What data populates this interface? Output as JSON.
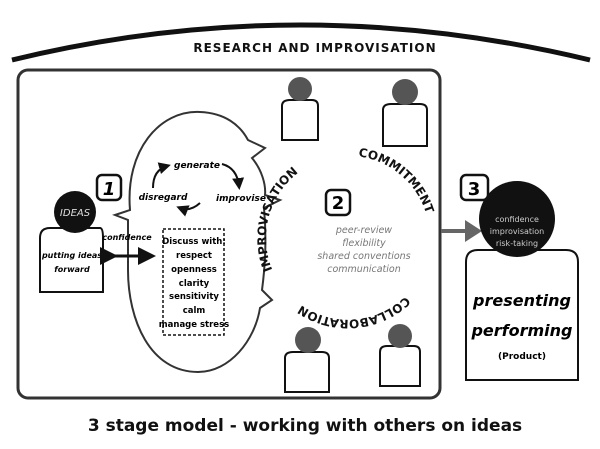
{
  "header": {
    "title": "RESEARCH AND IMPROVISATION"
  },
  "stage1": {
    "number": "1",
    "person_head": "IDEAS",
    "person_body": [
      "putting ideas",
      "forward"
    ],
    "arrow_label": "confidence",
    "cycle": [
      "generate",
      "improvise",
      "disregard"
    ],
    "discuss": [
      "Discuss with:",
      "respect",
      "openness",
      "clarity",
      "sensitivity",
      "calm",
      "manage stress"
    ]
  },
  "stage2": {
    "number": "2",
    "arc_labels": {
      "left": "IMPROVISATION",
      "right": "COMMITMENT",
      "bottom": "COLLABORATION"
    },
    "items": [
      "peer-review",
      "flexibility",
      "shared conventions",
      "communication"
    ]
  },
  "stage3": {
    "number": "3",
    "head_items": [
      "confidence",
      "improvisation",
      "risk-taking"
    ],
    "body": [
      "presenting",
      "performing",
      "(Product)"
    ]
  },
  "caption": "3  stage model - working with others on ideas",
  "colors": {
    "ink": "#111111",
    "grey_person": "#555555",
    "arrow": "#666666",
    "muted_text": "#777777"
  }
}
